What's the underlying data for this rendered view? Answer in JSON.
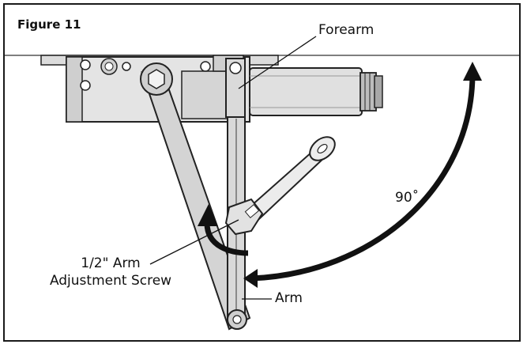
{
  "figure": {
    "title": "Figure 11"
  },
  "callouts": {
    "forearm": "Forearm",
    "angle": "90˚",
    "screw_line1": "1/2\" Arm",
    "screw_line2": "Adjustment Screw",
    "arm": "Arm"
  },
  "colors": {
    "ink": "#111111",
    "frame": "#1a1a1a",
    "shade_light": "#e6e6e6",
    "shade_mid": "#c4c4c4",
    "shade_dark": "#8a8a8a",
    "background": "#ffffff"
  }
}
